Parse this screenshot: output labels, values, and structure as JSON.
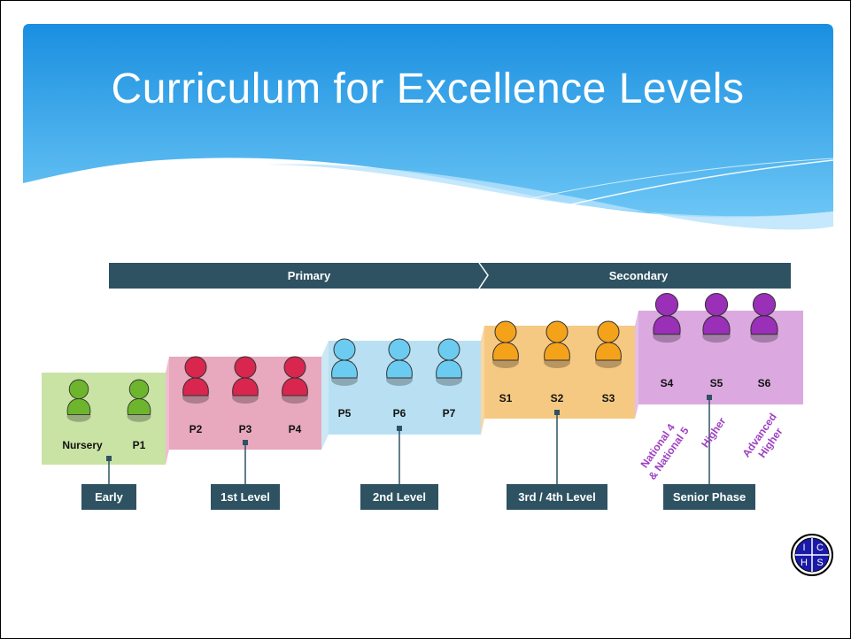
{
  "title": "Curriculum for Excellence Levels",
  "phases": {
    "primary": "Primary",
    "secondary": "Secondary"
  },
  "stages": [
    {
      "id": "early",
      "color": "#c9e3a4",
      "figure": "#6cb52d",
      "people": [
        "Nursery",
        "P1"
      ],
      "level": "Early"
    },
    {
      "id": "first",
      "color": "#e8a8bd",
      "figure": "#d8264f",
      "people": [
        "P2",
        "P3",
        "P4"
      ],
      "level": "1st Level"
    },
    {
      "id": "second",
      "color": "#b9e0f2",
      "figure": "#6ccbf0",
      "people": [
        "P5",
        "P6",
        "P7"
      ],
      "level": "2nd Level"
    },
    {
      "id": "third",
      "color": "#f6c982",
      "figure": "#f5a21b",
      "people": [
        "S1",
        "S2",
        "S3"
      ],
      "level": "3rd / 4th Level"
    },
    {
      "id": "senior",
      "color": "#dba9e0",
      "figure": "#9a2fb8",
      "people": [
        "S4",
        "S5",
        "S6"
      ],
      "level": "Senior Phase"
    }
  ],
  "qualifications": {
    "nat_line1": "National 4",
    "nat_line2": "& National 5",
    "higher": "Higher",
    "adv_line1": "Advanced",
    "adv_line2": "Higher"
  },
  "colors": {
    "dark_bar": "#2e5262",
    "banner_top": "#1a8fe0",
    "qualification_text": "#a040c0"
  },
  "logo": {
    "letters": [
      "I",
      "C",
      "H",
      "S"
    ]
  }
}
